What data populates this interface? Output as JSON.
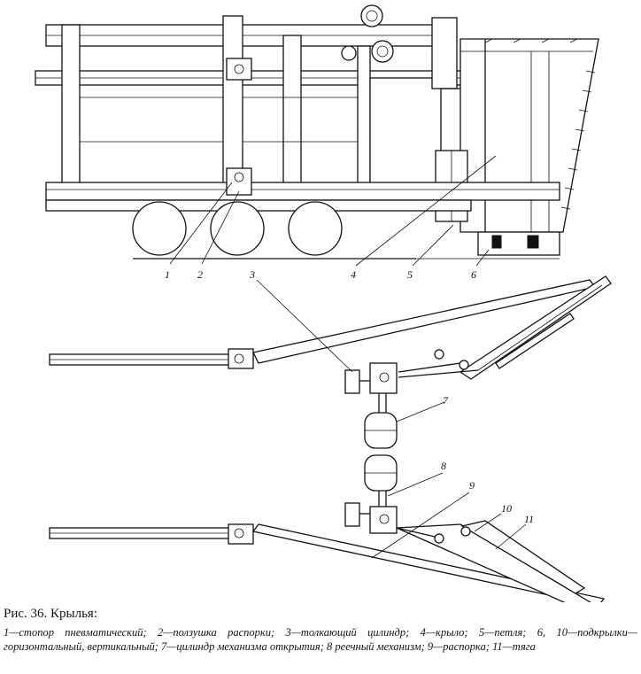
{
  "callouts": [
    {
      "id": "c1",
      "label": "1"
    },
    {
      "id": "c2",
      "label": "2"
    },
    {
      "id": "c3",
      "label": "3"
    },
    {
      "id": "c4",
      "label": "4"
    },
    {
      "id": "c5",
      "label": "5"
    },
    {
      "id": "c6",
      "label": "6"
    },
    {
      "id": "c7",
      "label": "7"
    },
    {
      "id": "c8",
      "label": "8"
    },
    {
      "id": "c9",
      "label": "9"
    },
    {
      "id": "c10",
      "label": "10"
    },
    {
      "id": "c11",
      "label": "11"
    }
  ],
  "caption": {
    "title": "Рис. 36. Крылья:",
    "text": "1—стопор пневматический; 2—ползушка распорки; 3—толкающий цилиндр; 4—крыло; 5—петля; 6, 10—подкрылки—горизонтальный, вертикальный; 7—цилиндр механизма открытия; 8 реечный механизм; 9—распорка; 11—тяга"
  }
}
